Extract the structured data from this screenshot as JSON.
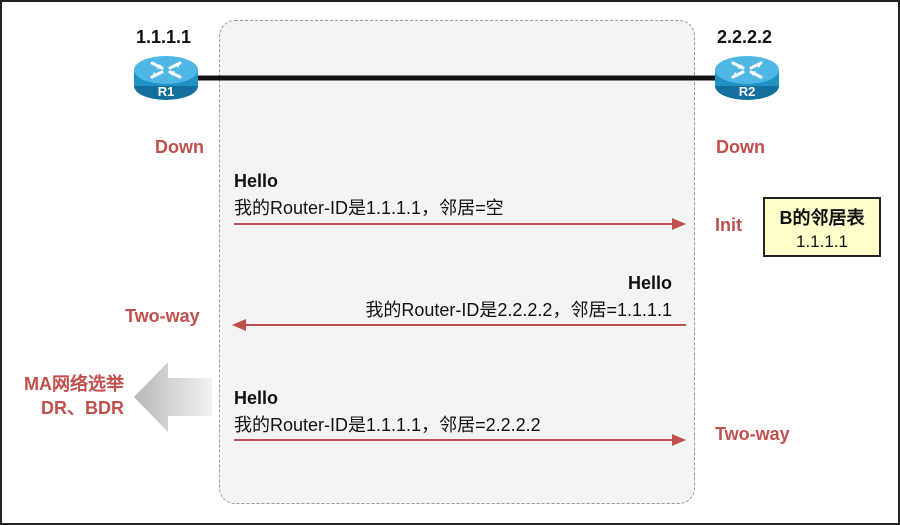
{
  "r1": {
    "id": "1.1.1.1",
    "label": "R1",
    "state": "Down"
  },
  "r2": {
    "id": "2.2.2.2",
    "label": "R2",
    "state": "Down"
  },
  "messages": [
    {
      "title": "Hello",
      "body": "我的Router-ID是1.1.1.1，邻居=空"
    },
    {
      "title": "Hello",
      "body": "我的Router-ID是2.2.2.2，邻居=1.1.1.1"
    },
    {
      "title": "Hello",
      "body": "我的Router-ID是1.1.1.1，邻居=2.2.2.2"
    }
  ],
  "states": {
    "r2_init": "Init",
    "r1_twoway": "Two-way",
    "r2_twoway": "Two-way"
  },
  "neighbor_table": {
    "title": "B的邻居表",
    "value": "1.1.1.1"
  },
  "election": {
    "line1": "MA网络选举",
    "line2": "DR、BDR"
  },
  "colors": {
    "state_red": "#c0504d",
    "router_blue": "#1f93c4",
    "table_bg": "#ffffcc"
  }
}
